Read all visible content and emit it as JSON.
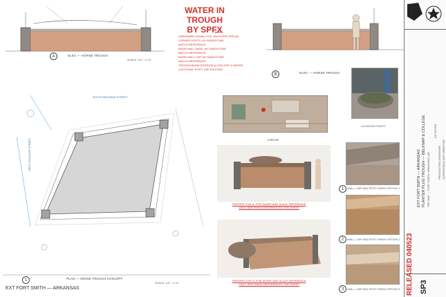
{
  "header": {
    "title_line1": "WATER IN TROUGH",
    "title_line2": "BY SPFX"
  },
  "notes": {
    "heading": "NOTE:",
    "items": [
      "HARDWARE (CHAIN, EYE, ANCHORS) PER AD",
      "CORNER POSTS, AS SANDSTONE,",
      "MATCH REFERENCE",
      "BASIN WALL BASE, AS SANDSTONE,",
      "MATCH REFERENCE",
      "BASIN WALL CAP, AS SANDSTONE,",
      "MATCH REFERENCE",
      "TROUGH BASIN INTERIOR (LOOK DIRT & WATER",
      "# HITCHING POST: USE EXISTING"
    ]
  },
  "elev_a": {
    "caption": "ELEV. — HORSE TROUGH",
    "scale": "SCALE: 1/2\" = 1'-0\"",
    "tag": "A"
  },
  "elev_b": {
    "caption": "ELEV. — HORSE TROUGH",
    "scale": "SCALE: 1/2\" = 1'-0\"",
    "tag": "B"
  },
  "plan": {
    "caption": "PLAN — HORSE TROUGH CONCEPT",
    "scale": "SCALE: 1/2\" = 1'-0\"",
    "tag": "1",
    "street": "SOUTH BELKNAP STREET",
    "side_street": "WEST COLLEGE STREET"
  },
  "locus": {
    "caption": "LOCUS"
  },
  "location_photo": {
    "caption": "LOCATION PHOTO"
  },
  "perspective_a": {
    "line1": "PERSPECTIVE A: FOR SHAPE AND SCALE REFERENCE",
    "line2": "ONLY. SEE FINISH REFERENCES THIS SHEET"
  },
  "perspective_b": {
    "line1": "PERSPECTIVE B: FOR SHAPE AND SCALE REFERENCE",
    "line2": "ONLY. SEE FINISH REFERENCES THIS SHEET"
  },
  "finish_options": [
    {
      "tag": "1",
      "label": "WALL, CAP AND POST FINISH OPTION 1"
    },
    {
      "tag": "2",
      "label": "WALL, CAP AND POST FINISH OPTION 2"
    },
    {
      "tag": "3",
      "label": "WALL, CAP AND POST FINISH OPTION 3"
    }
  ],
  "footer": {
    "project": "EXT FORT SMITH — ARKANSAS"
  },
  "titleblock": {
    "released": "RELEASED 040523",
    "sheet": "SP3",
    "project_line1": "EXT FORT SMITH — ARKANSAS",
    "project_line2": "PLANTER PLUG TROUGH — BELKNAP & COLLEGE",
    "project_line3": "SEE MAP — FORT SMITH, ARKANSAS, AR",
    "designer": "PRODUCTION DESIGNER",
    "art_director": "SUPERVISING ART DIRECTOR",
    "drawn": "AS NOTED"
  }
}
